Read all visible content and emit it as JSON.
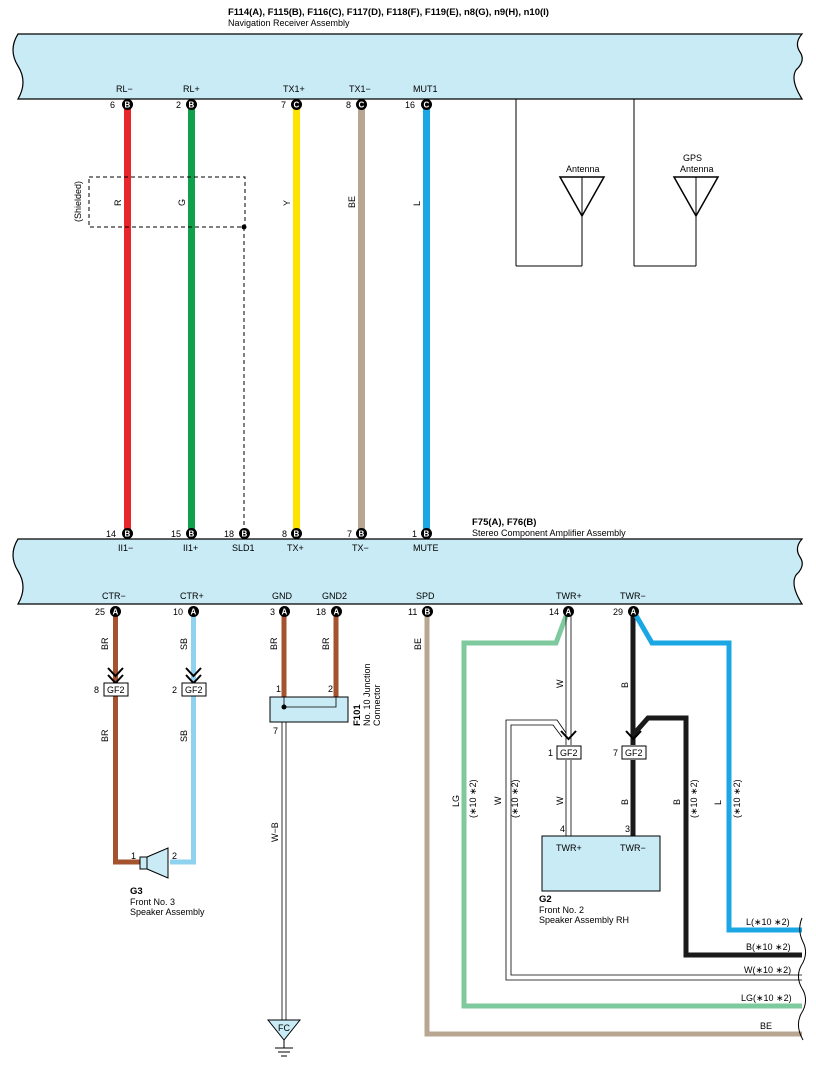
{
  "top_assembly": {
    "connectors": "F114(A), F115(B), F116(C), F117(D), F118(F), F119(E), n8(G), n9(H), n10(I)",
    "name": "Navigation Receiver Assembly"
  },
  "amp_assembly": {
    "connectors": "F75(A), F76(B)",
    "name": "Stereo Component Amplifier Assembly"
  },
  "top_terminals": [
    {
      "label": "RL−",
      "pin": "6",
      "conn": "B"
    },
    {
      "label": "RL+",
      "pin": "2",
      "conn": "B"
    },
    {
      "label": "TX1+",
      "pin": "7",
      "conn": "C"
    },
    {
      "label": "TX1−",
      "pin": "8",
      "conn": "C"
    },
    {
      "label": "MUT1",
      "pin": "16",
      "conn": "C"
    }
  ],
  "top_wire_colors": [
    "R",
    "G",
    "Y",
    "BE",
    "L"
  ],
  "shielded_label": "(Shielded)",
  "antennas": [
    "Antenna",
    "GPS\nAntenna"
  ],
  "amp_top_terminals": [
    {
      "label": "II1−",
      "pin": "14",
      "conn": "B"
    },
    {
      "label": "II1+",
      "pin": "15",
      "conn": "B"
    },
    {
      "label": "SLD1",
      "pin": "18",
      "conn": "B"
    },
    {
      "label": "TX+",
      "pin": "8",
      "conn": "B"
    },
    {
      "label": "TX−",
      "pin": "7",
      "conn": "B"
    },
    {
      "label": "MUTE",
      "pin": "1",
      "conn": "B"
    }
  ],
  "amp_bottom_terminals": [
    {
      "label": "CTR−",
      "pin": "25",
      "conn": "A"
    },
    {
      "label": "CTR+",
      "pin": "10",
      "conn": "A"
    },
    {
      "label": "GND",
      "pin": "3",
      "conn": "A"
    },
    {
      "label": "GND2",
      "pin": "18",
      "conn": "A"
    },
    {
      "label": "SPD",
      "pin": "11",
      "conn": "B"
    },
    {
      "label": "TWR+",
      "pin": "14",
      "conn": "A"
    },
    {
      "label": "TWR−",
      "pin": "29",
      "conn": "A"
    }
  ],
  "bottom_wire_colors": {
    "ctr_minus": "BR",
    "ctr_plus": "SB",
    "gnd": "BR",
    "gnd2": "BR",
    "spd": "BE",
    "twr_plus": "W",
    "twr_minus": "B",
    "ground_wire": "W−B",
    "lg": "LG",
    "lg_note": "(∗10 ∗2)",
    "w_left": "W",
    "w_note": "(∗10 ∗2)",
    "b_right": "B",
    "b_note": "(∗10 ∗2)",
    "l_right": "L",
    "l_note": "(∗10 ∗2)"
  },
  "gf2_connectors": [
    {
      "pin": "8",
      "label": "GF2"
    },
    {
      "pin": "2",
      "label": "GF2"
    },
    {
      "pin": "1",
      "label": "GF2"
    },
    {
      "pin": "7",
      "label": "GF2"
    }
  ],
  "junction": {
    "id": "F101",
    "name": "No. 10 Junction\nConnector",
    "pin1": "1",
    "pin2": "2",
    "pin7": "7"
  },
  "ground": {
    "label": "FC"
  },
  "g3": {
    "id": "G3",
    "name": "Front No.  3\nSpeaker Assembly",
    "pin1": "1",
    "pin2": "2"
  },
  "g2": {
    "id": "G2",
    "name": "Front No.  2\nSpeaker Assembly RH",
    "term_plus": "TWR+",
    "term_minus": "TWR−",
    "pin4": "4",
    "pin3": "3"
  },
  "right_exits": [
    "L(∗10 ∗2)",
    "B(∗10 ∗2)",
    "W(∗10 ∗2)",
    "LG(∗10 ∗2)",
    "BE"
  ],
  "colors": {
    "bar_fill": "#c9ebf6",
    "red": "#e8262b",
    "green": "#0ea04a",
    "yellow": "#ffe200",
    "beige": "#b8a592",
    "blue": "#1aa7e4",
    "brown": "#a5522f",
    "sky": "#8ed2ef",
    "lightgreen": "#7ec99d",
    "black": "#1a1a1a"
  }
}
